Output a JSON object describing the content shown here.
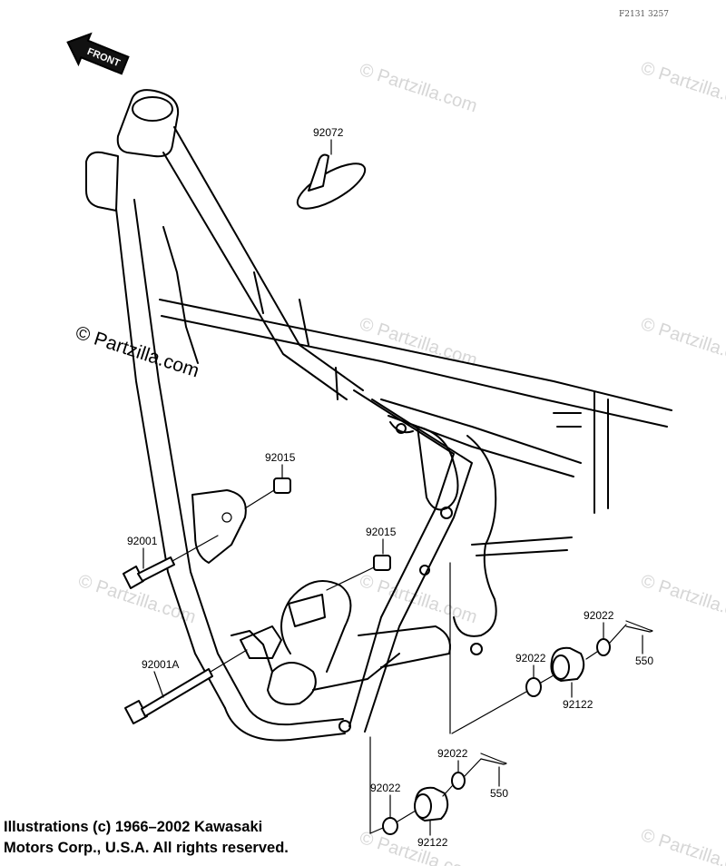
{
  "diagram": {
    "drawing_code": "F2131 3257",
    "front_arrow_label": "FRONT",
    "watermark_main": "© Partzilla.com",
    "watermark_faint": "© Partzilla.com",
    "copyright_line1": "Illustrations (c) 1966–2002 Kawasaki",
    "copyright_line2": "Motors Corp., U.S.A.  All rights reserved."
  },
  "parts": [
    {
      "id": "p-92072",
      "number": "92072"
    },
    {
      "id": "p-92015-a",
      "number": "92015"
    },
    {
      "id": "p-92015-b",
      "number": "92015"
    },
    {
      "id": "p-92001",
      "number": "92001"
    },
    {
      "id": "p-92001A",
      "number": "92001A"
    },
    {
      "id": "p-92022-a",
      "number": "92022"
    },
    {
      "id": "p-92022-b",
      "number": "92022"
    },
    {
      "id": "p-92022-c",
      "number": "92022"
    },
    {
      "id": "p-92022-d",
      "number": "92022"
    },
    {
      "id": "p-550-a",
      "number": "550"
    },
    {
      "id": "p-550-b",
      "number": "550"
    },
    {
      "id": "p-92122-a",
      "number": "92122"
    },
    {
      "id": "p-92122-b",
      "number": "92122"
    }
  ]
}
